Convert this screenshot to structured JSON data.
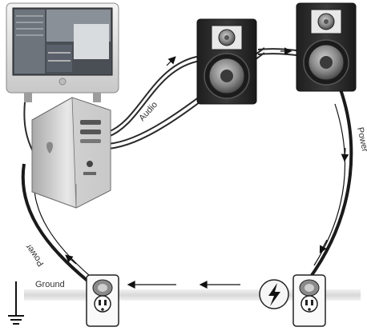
{
  "labels": {
    "audio": "Audio",
    "power_right": "Power",
    "power_left": "Power",
    "ground": "Ground"
  },
  "icons": {
    "power_bolt": "lightning-bolt-icon",
    "ground_symbol": "ground-icon"
  },
  "colors": {
    "cable": "#2a2a2a",
    "cable_highlight": "#ffffff",
    "ground_band": "#e6e6e6",
    "speaker_body": "#2d2d2d",
    "speaker_cone": "#8a8a8a"
  }
}
